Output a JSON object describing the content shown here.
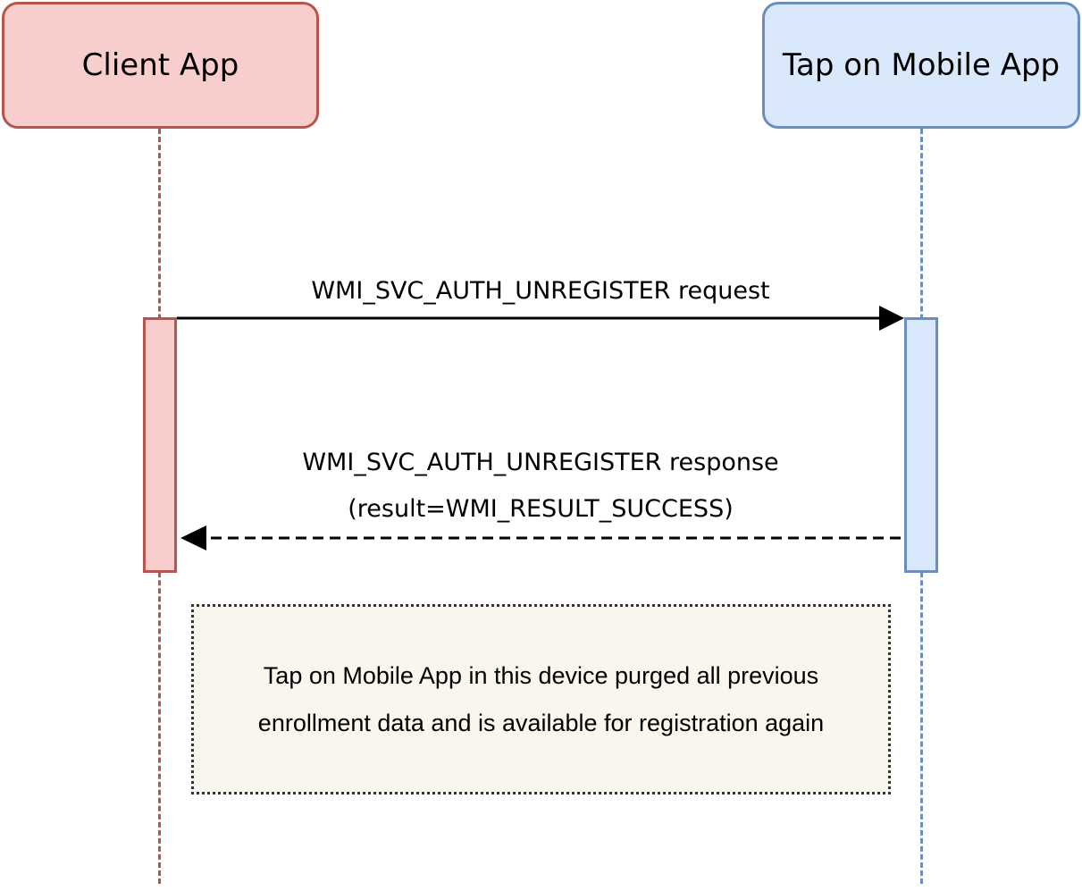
{
  "participants": {
    "client": {
      "label": "Client App",
      "fill": "#f8cecc",
      "stroke": "#b85450"
    },
    "mobile": {
      "label": "Tap on Mobile App",
      "fill": "#dae8fc",
      "stroke": "#6c8ebf"
    }
  },
  "messages": {
    "request": {
      "label": "WMI_SVC_AUTH_UNREGISTER request",
      "style": "solid"
    },
    "response": {
      "label_line1": "WMI_SVC_AUTH_UNREGISTER response",
      "label_line2": "(result=WMI_RESULT_SUCCESS)",
      "style": "dashed"
    }
  },
  "note": {
    "line1": "Tap on Mobile App in this device purged all previous",
    "line2": "enrollment data and is available for registration again",
    "fill": "#f9f7ed"
  }
}
